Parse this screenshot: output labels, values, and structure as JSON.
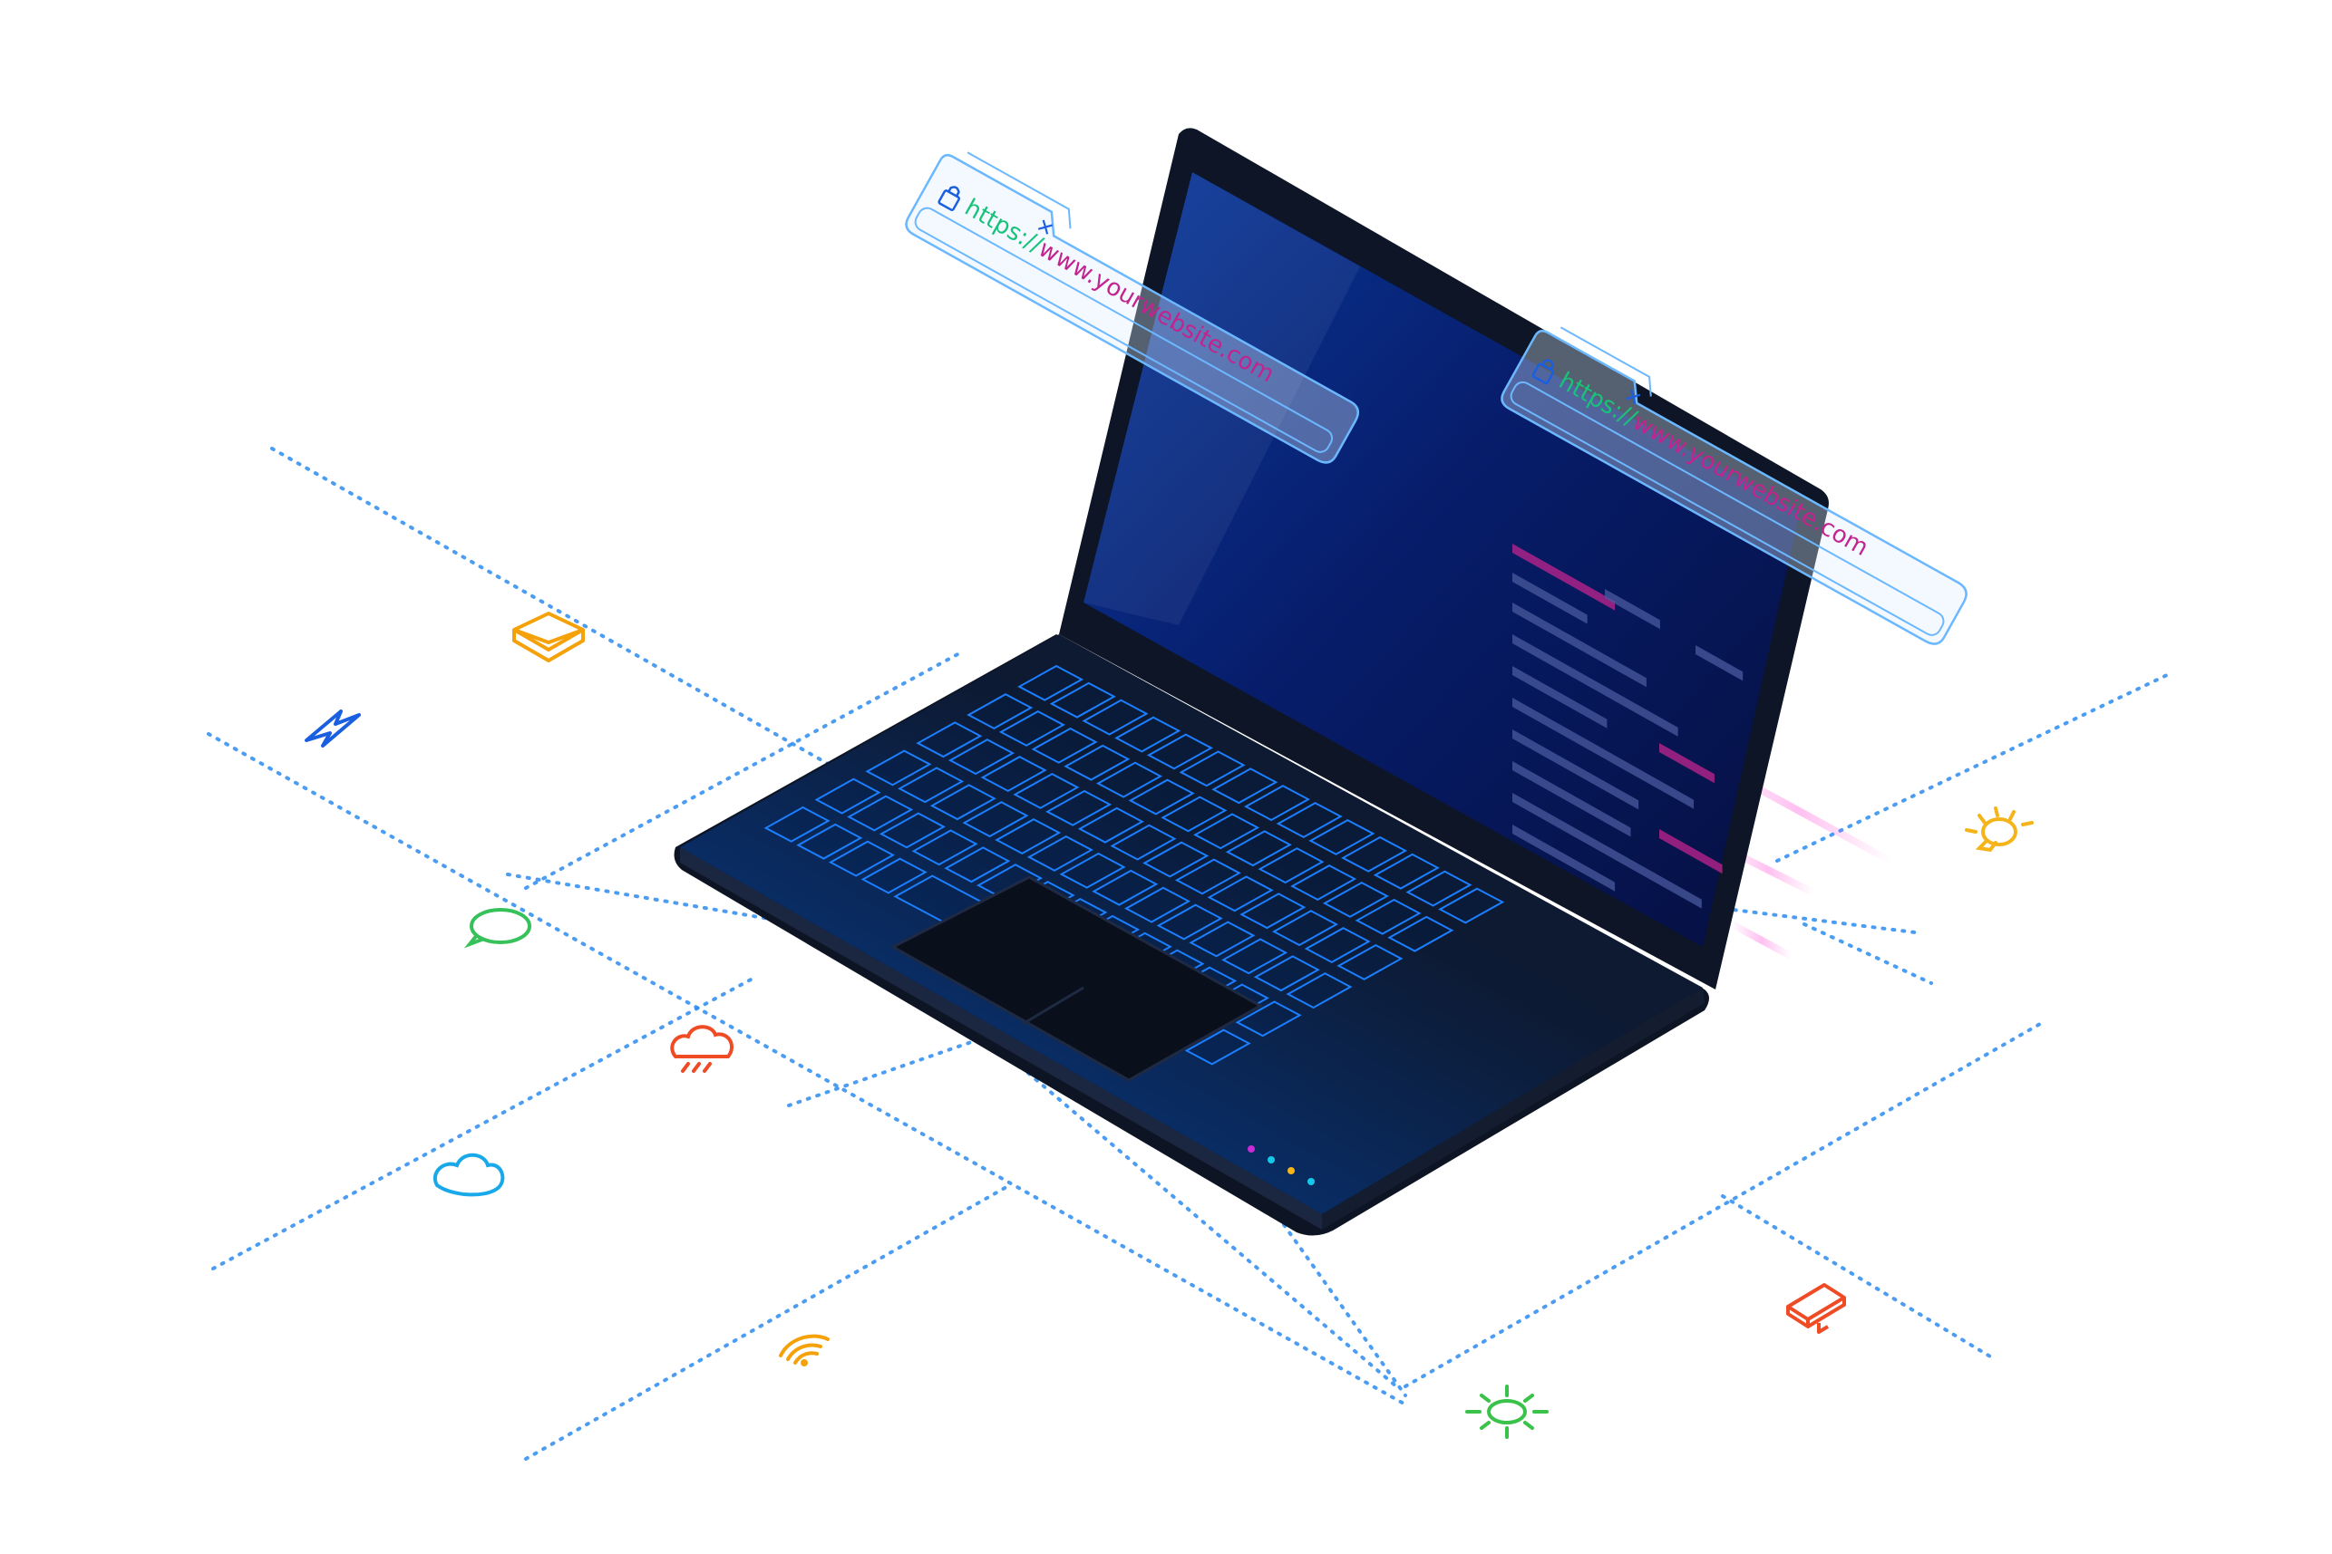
{
  "scene": {
    "colors": {
      "background": "#ffffff",
      "grid": "#2d8cf0",
      "laptop_body": "#0e1626",
      "screen": "#06124a",
      "key_outline": "#1b7fff",
      "url_protocol": "#19c27a",
      "url_domain": "#c2248f",
      "browser_frame": "#6cb8ff"
    },
    "browser_bar_1": {
      "protocol": "https://",
      "domain": "www.yourwebsite.com",
      "icons": [
        "lock-icon",
        "close-icon"
      ]
    },
    "browser_bar_2": {
      "protocol": "https://",
      "domain": "www.yourwebsite.com",
      "icons": [
        "lock-icon",
        "close-icon"
      ]
    },
    "floating_icons": [
      {
        "name": "mail-icon",
        "color": "#f5a10a"
      },
      {
        "name": "lightning-icon",
        "color": "#1a5fe0"
      },
      {
        "name": "chat-bubble-icon",
        "color": "#36c15a"
      },
      {
        "name": "cloud-rain-icon",
        "color": "#ef4b24"
      },
      {
        "name": "cloud-icon",
        "color": "#1aa9e8"
      },
      {
        "name": "wifi-icon",
        "color": "#f5a10a"
      },
      {
        "name": "sun-icon",
        "color": "#3ac24a"
      },
      {
        "name": "desktop-icon",
        "color": "#ef4b24"
      },
      {
        "name": "lightbulb-icon",
        "color": "#f5b51a"
      }
    ],
    "status_leds": [
      "#c82cd6",
      "#15c9e8",
      "#f5b51a",
      "#15c9e8"
    ]
  }
}
